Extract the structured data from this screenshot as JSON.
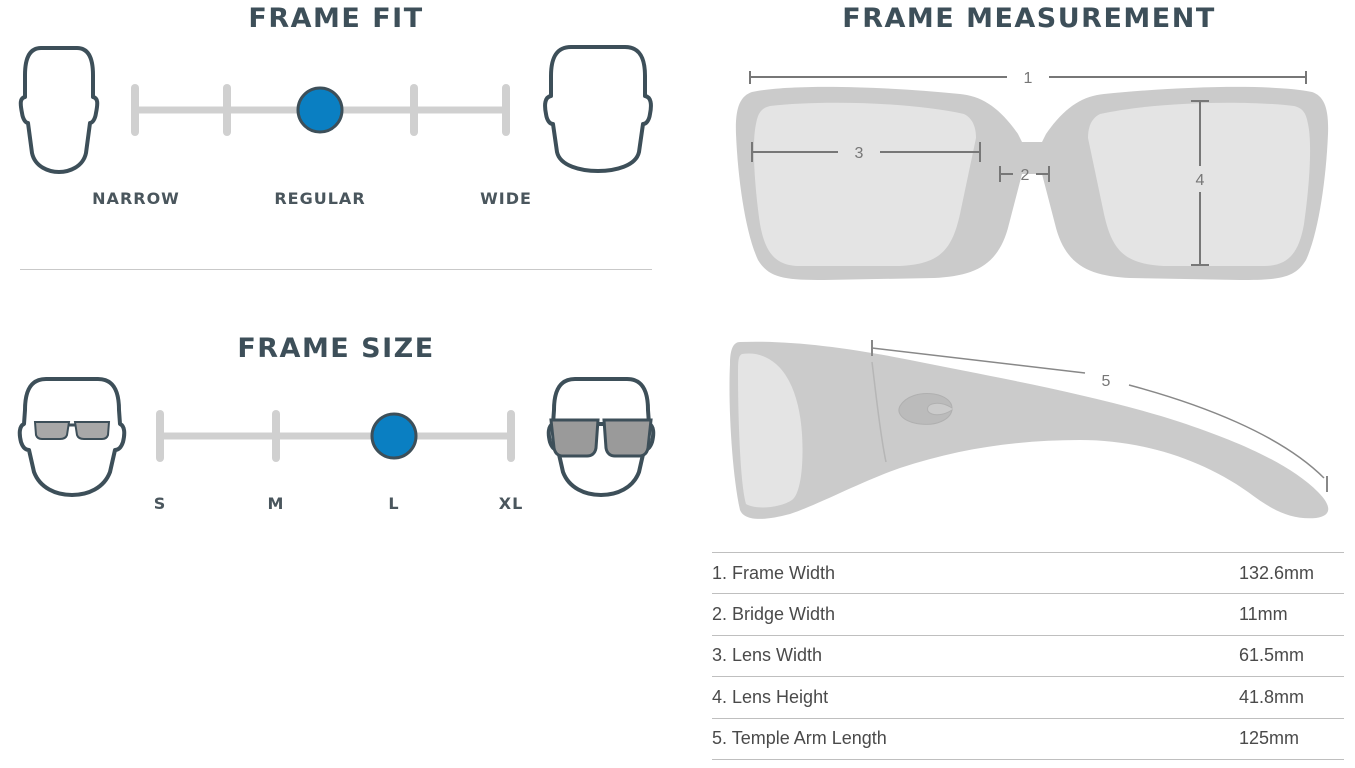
{
  "frame_fit": {
    "title": "FRAME FIT",
    "labels": [
      "NARROW",
      "REGULAR",
      "WIDE"
    ],
    "selected": "REGULAR"
  },
  "frame_size": {
    "title": "FRAME SIZE",
    "labels": [
      "S",
      "M",
      "L",
      "XL"
    ],
    "selected": "L"
  },
  "frame_measurement": {
    "title": "FRAME MEASUREMENT",
    "callouts": [
      "1",
      "2",
      "3",
      "4",
      "5"
    ],
    "rows": [
      {
        "label": "1. Frame Width",
        "value": "132.6mm"
      },
      {
        "label": "2. Bridge Width",
        "value": "11mm"
      },
      {
        "label": "3. Lens Width",
        "value": "61.5mm"
      },
      {
        "label": "4. Lens Height",
        "value": "41.8mm"
      },
      {
        "label": "5. Temple Arm Length",
        "value": "125mm"
      }
    ]
  },
  "colors": {
    "accent": "#0a7fc2",
    "outline": "#3d4f59",
    "track": "#d0d0d0",
    "frame_gray": "#cbcbcb"
  }
}
